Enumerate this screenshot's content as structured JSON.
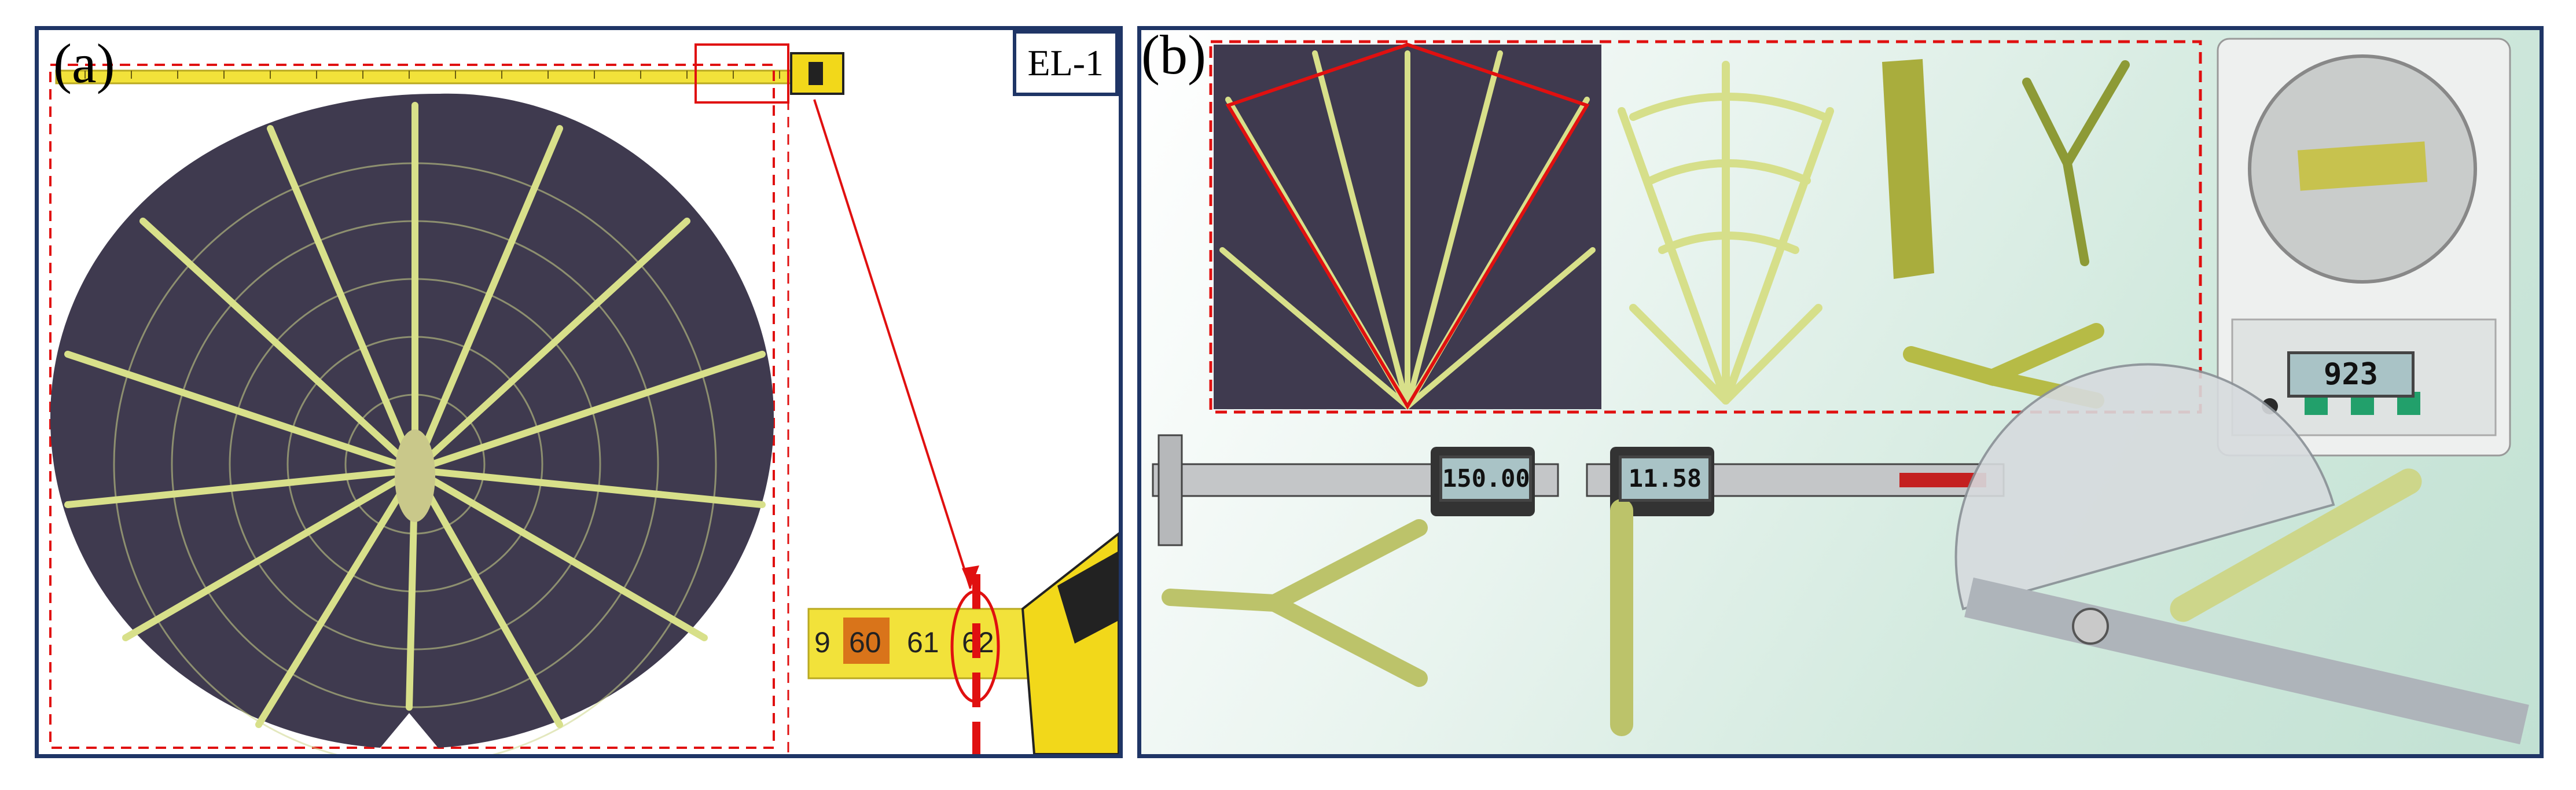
{
  "panel_a": {
    "label": "(a)",
    "tag": "EL-1",
    "tape_marks": [
      "9",
      "60",
      "61",
      "62"
    ]
  },
  "panel_b": {
    "label": "(b)",
    "scale_reading": "923",
    "caliper_1_reading": "150.00",
    "caliper_2_reading": "11.58"
  },
  "colors": {
    "frame": "#1f3566",
    "leaf": "#3f3a4f",
    "vein": "#d8e08a",
    "dash": "#e01010",
    "tape": "#f2e23a"
  }
}
